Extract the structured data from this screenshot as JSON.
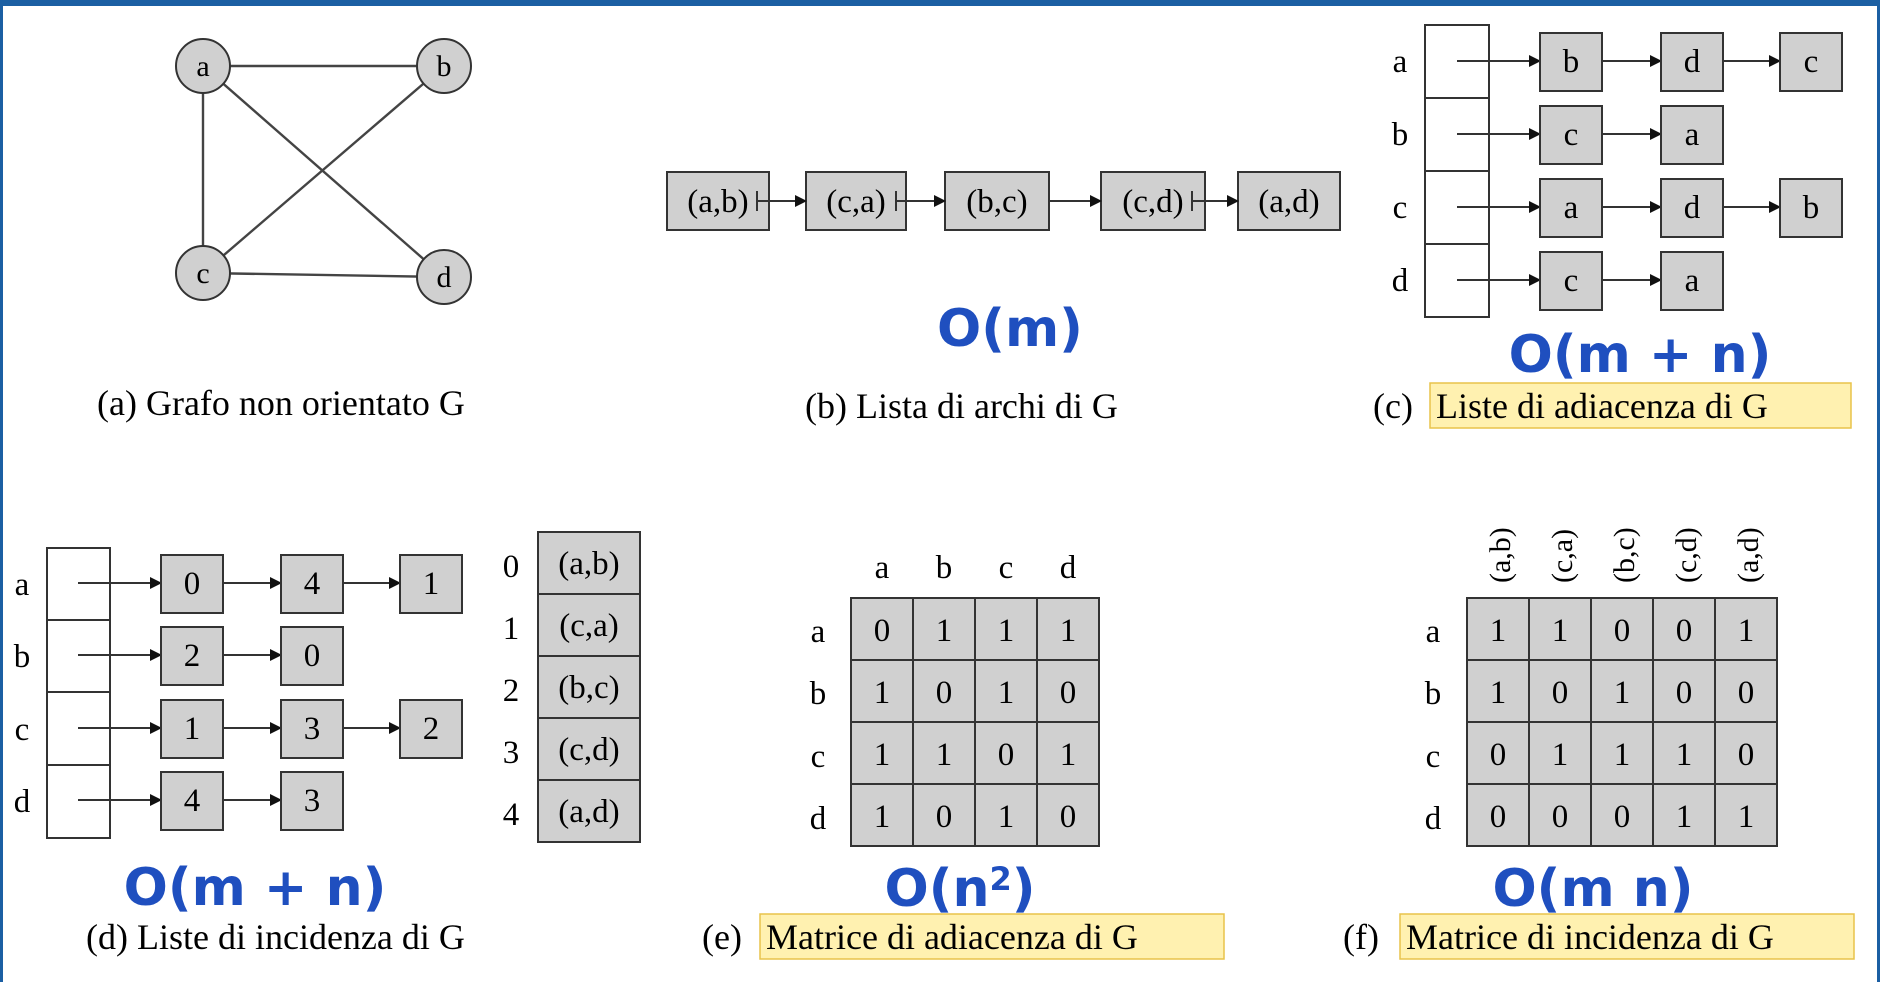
{
  "captions": {
    "a": "(a) Grafo non orientato G",
    "b": "(b) Lista di archi di G",
    "c_prefix": "(c)",
    "c_text": "Liste di adiacenza di G",
    "d": "(d) Liste di incidenza di G",
    "e_prefix": "(e)",
    "e_text": "Matrice di adiacenza di G",
    "f_prefix": "(f)",
    "f_text": "Matrice di incidenza di G"
  },
  "complexity": {
    "b": "O(m)",
    "c": "O(m + n)",
    "d": "O(m + n)",
    "e_base": "O(n",
    "e_sup": "2",
    "e_end": ")",
    "f": "O(m n)"
  },
  "graph": {
    "nodes": [
      "a",
      "b",
      "c",
      "d"
    ],
    "edges": [
      [
        "a",
        "b"
      ],
      [
        "a",
        "c"
      ],
      [
        "a",
        "d"
      ],
      [
        "b",
        "c"
      ],
      [
        "c",
        "d"
      ]
    ]
  },
  "edge_list": [
    "(a,b)",
    "(c,a)",
    "(b,c)",
    "(c,d)",
    "(a,d)"
  ],
  "adjacency_lists": {
    "rows": [
      "a",
      "b",
      "c",
      "d"
    ],
    "items": [
      [
        "b",
        "d",
        "c"
      ],
      [
        "c",
        "a"
      ],
      [
        "a",
        "d",
        "b"
      ],
      [
        "c",
        "a"
      ]
    ]
  },
  "incidence_lists": {
    "rows": [
      "a",
      "b",
      "c",
      "d"
    ],
    "items": [
      [
        "0",
        "4",
        "1"
      ],
      [
        "2",
        "0"
      ],
      [
        "1",
        "3",
        "2"
      ],
      [
        "4",
        "3"
      ]
    ],
    "index": [
      "0",
      "1",
      "2",
      "3",
      "4"
    ],
    "edges": [
      "(a,b)",
      "(c,a)",
      "(b,c)",
      "(c,d)",
      "(a,d)"
    ]
  },
  "adjacency_matrix": {
    "cols": [
      "a",
      "b",
      "c",
      "d"
    ],
    "rows": [
      "a",
      "b",
      "c",
      "d"
    ],
    "values": [
      [
        "0",
        "1",
        "1",
        "1"
      ],
      [
        "1",
        "0",
        "1",
        "0"
      ],
      [
        "1",
        "1",
        "0",
        "1"
      ],
      [
        "1",
        "0",
        "1",
        "0"
      ]
    ]
  },
  "incidence_matrix": {
    "cols": [
      "(a,b)",
      "(c,a)",
      "(b,c)",
      "(c,d)",
      "(a,d)"
    ],
    "rows": [
      "a",
      "b",
      "c",
      "d"
    ],
    "values": [
      [
        "1",
        "1",
        "0",
        "0",
        "1"
      ],
      [
        "1",
        "0",
        "1",
        "0",
        "0"
      ],
      [
        "0",
        "1",
        "1",
        "1",
        "0"
      ],
      [
        "0",
        "0",
        "0",
        "1",
        "1"
      ]
    ]
  }
}
